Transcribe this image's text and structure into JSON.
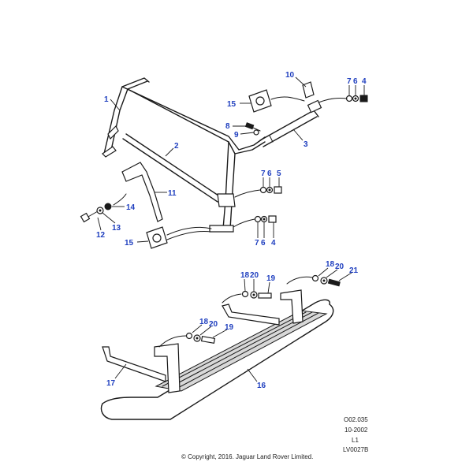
{
  "callouts": [
    {
      "label": "1"
    },
    {
      "label": "2"
    },
    {
      "label": "3"
    },
    {
      "label": "4"
    },
    {
      "label": "6"
    },
    {
      "label": "7"
    },
    {
      "label": "8"
    },
    {
      "label": "9"
    },
    {
      "label": "10"
    },
    {
      "label": "11"
    },
    {
      "label": "12"
    },
    {
      "label": "13"
    },
    {
      "label": "14"
    },
    {
      "label": "15"
    },
    {
      "label": "15"
    },
    {
      "label": "5"
    },
    {
      "label": "6"
    },
    {
      "label": "7"
    },
    {
      "label": "7"
    },
    {
      "label": "6"
    },
    {
      "label": "4"
    },
    {
      "label": "16"
    },
    {
      "label": "17"
    },
    {
      "label": "18"
    },
    {
      "label": "20"
    },
    {
      "label": "21"
    },
    {
      "label": "18"
    },
    {
      "label": "20"
    },
    {
      "label": "19"
    },
    {
      "label": "18"
    },
    {
      "label": "20"
    },
    {
      "label": "19"
    }
  ],
  "meta": {
    "ref_code": "O02.035",
    "date": "10-2002",
    "level": "L1",
    "drawing_id": "LV0027B",
    "copyright": "© Copyright, 2016. Jaguar Land Rover Limited."
  }
}
